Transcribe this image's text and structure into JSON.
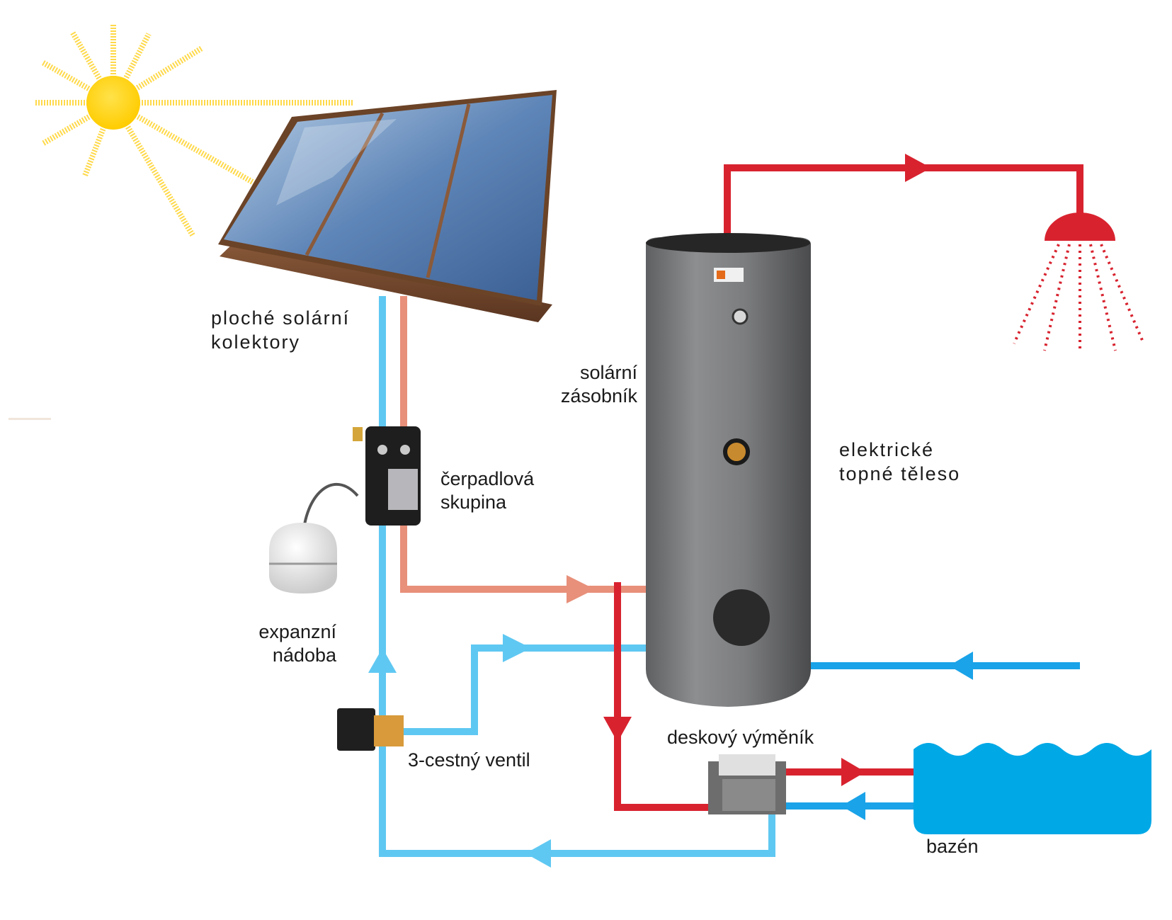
{
  "labels": {
    "collectors_line1": "ploché solární",
    "collectors_line2": "kolektory",
    "tank_line1": "solární",
    "tank_line2": "zásobník",
    "heater_line1": "elektrické",
    "heater_line2": "topné těleso",
    "pump_line1": "čerpadlová",
    "pump_line2": "skupina",
    "expansion_line1": "expanzní",
    "expansion_line2": "nádoba",
    "valve": "3-cestný ventil",
    "exchanger": "deskový výměník",
    "pool": "bazén"
  },
  "colors": {
    "hot_pipe": "#d8232f",
    "cold_pipe": "#5fc8f2",
    "solar_return_pipe": "#e8907a",
    "tank_body": "#7a7b7d",
    "sun": "#ffd200",
    "pool_water": "#00a8e6"
  }
}
